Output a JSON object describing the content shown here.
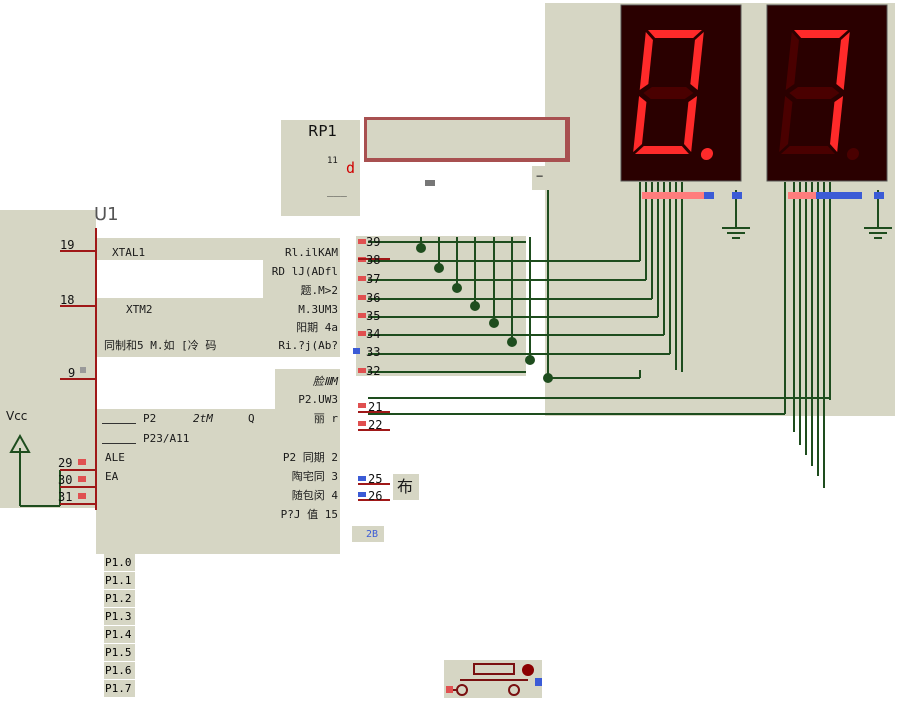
{
  "u1": {
    "ref": "U1",
    "left_pins": [
      {
        "num": "19",
        "label": "XTAL1"
      },
      {
        "num": "18",
        "label": "XTM2"
      },
      {
        "num": "9",
        "label": "同制和5 M.如 [冷 码"
      }
    ],
    "bottom_left_labels": [
      "P2",
      "P23/A11",
      "ALE",
      "EA"
    ],
    "italic_label": "2tM",
    "q_label": "Q",
    "ctrl_pins": [
      "29",
      "30",
      "31"
    ],
    "right_labels_a": [
      "Rl.ilKAM",
      "RD lJ(ADfl",
      "题.M>2",
      "M.3UM3",
      "阳期 4a",
      "Ri.?j(Ab?"
    ],
    "right_labels_b": [
      "脸ⅢM",
      "P2.UW3",
      "丽   r",
      "P2 同期 2",
      "陶宅同 3",
      "随包闵 4",
      "P?J 值 15"
    ],
    "p0_pins": [
      "39",
      "38",
      "37",
      "36",
      "35",
      "34",
      "33",
      "32"
    ],
    "p2_pins": [
      "21",
      "22"
    ],
    "p2b_pins": [
      "25",
      "26"
    ],
    "p2b_note": "布",
    "pin_2b": "2B",
    "p1_pins": [
      "P1.0",
      "P1.1",
      "P1.2",
      "P1.3",
      "P1.4",
      "P1.5",
      "P1.6",
      "P1.7"
    ]
  },
  "rp1": {
    "ref": "RP1",
    "pin": "11",
    "mark": "d",
    "dash": "___",
    "minus": "−"
  },
  "vcc": {
    "label": "Vcc"
  },
  "displays": [
    {
      "digit": "0"
    },
    {
      "digit": "7"
    }
  ],
  "colors": {
    "segment_on": "#ff2a2a",
    "segment_off": "#4a0000",
    "display_bg": "#2a0000",
    "wire": "#1e4d1e",
    "pin": "#a01818",
    "chip": "#d6d6c4"
  }
}
